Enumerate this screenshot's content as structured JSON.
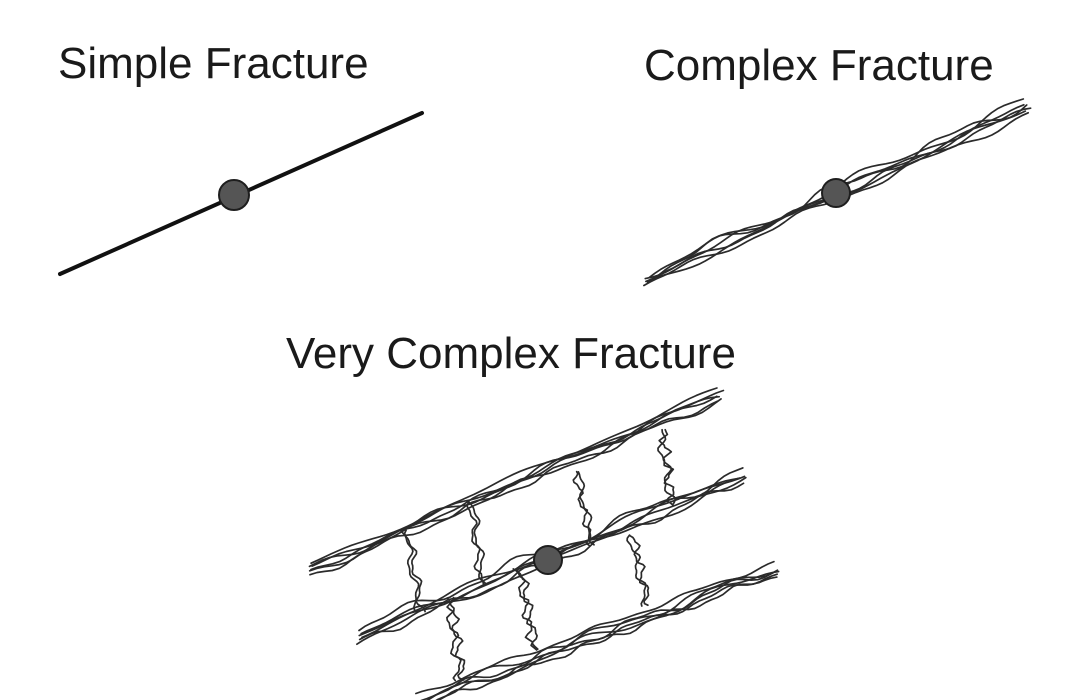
{
  "labels": {
    "simple": "Simple Fracture",
    "complex": "Complex Fracture",
    "very_complex": "Very Complex Fracture"
  },
  "colors": {
    "background": "#ffffff",
    "line": "#111111",
    "wellbore": "#555555",
    "text": "#1a1a1a"
  }
}
